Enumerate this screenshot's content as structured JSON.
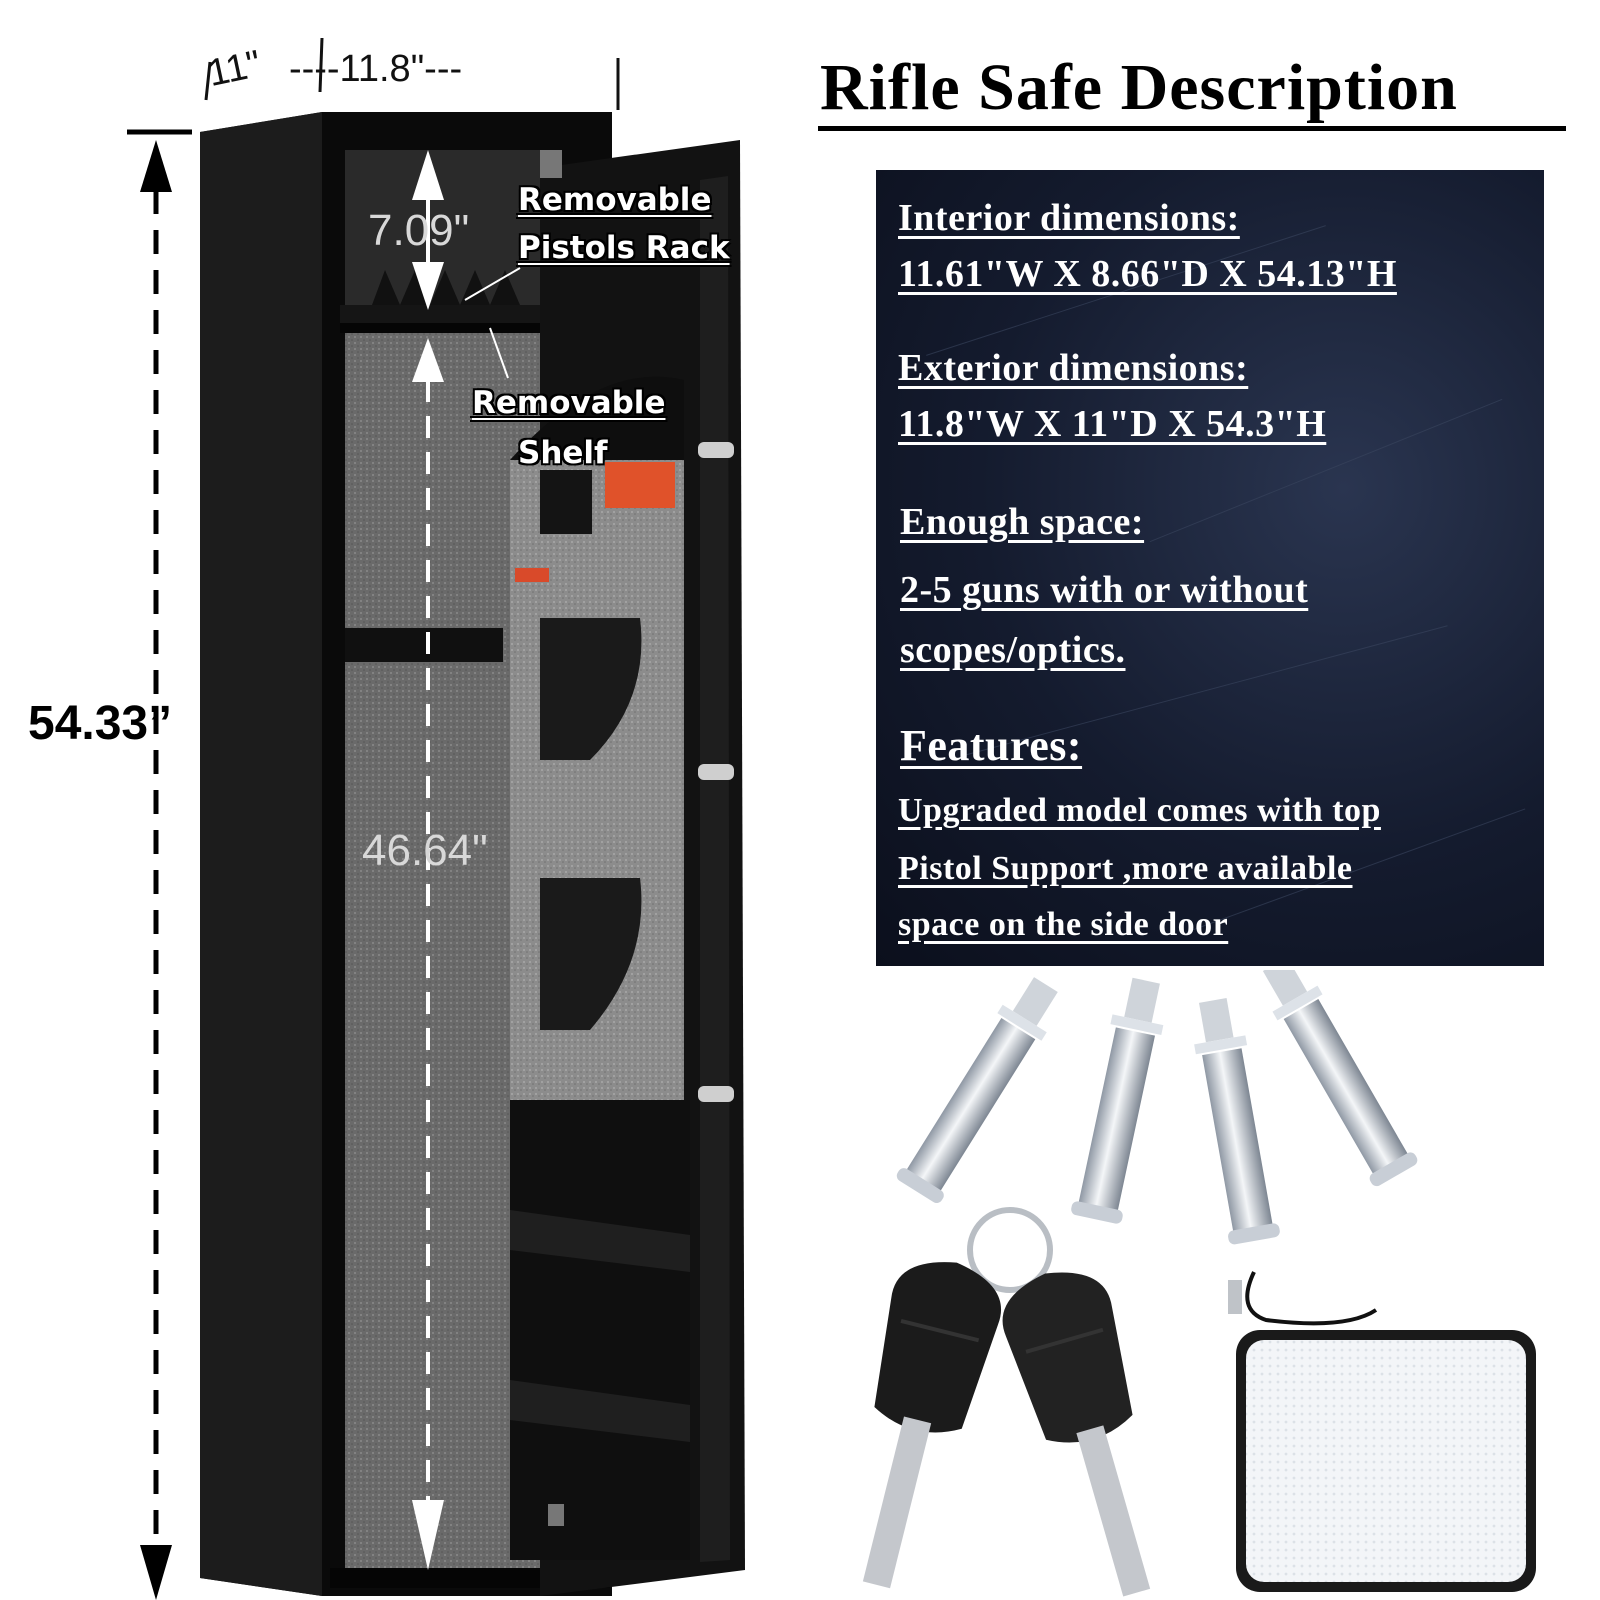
{
  "title": "Rifle Safe Description",
  "dimensions": {
    "top_depth": "11\"",
    "top_width": "----11.8\"---",
    "total_height": "54.33”",
    "shelf_gap": "7.09\"",
    "lower_height": "46.64\""
  },
  "callouts": {
    "pistol_rack_line1": "Removable",
    "pistol_rack_line2": "Pistols Rack",
    "shelf_line1": "Removable",
    "shelf_line2": "Shelf"
  },
  "description": {
    "interior_heading": "Interior dimensions:",
    "interior_value": "11.61\"W X 8.66\"D X 54.13\"H",
    "exterior_heading": "Exterior dimensions:",
    "exterior_value": "11.8\"W X 11\"D X 54.3\"H",
    "space_heading": "Enough space:",
    "space_line1": "2-5 guns with or without",
    "space_line2": "scopes/optics.",
    "features_heading": "Features:",
    "features_line1": "Upgraded model comes with top",
    "features_line2": "Pistol Support ,more available",
    "features_line3": "space on the side door"
  },
  "colors": {
    "panel_bg": "#141b2e",
    "safe_body": "#111111",
    "felt": "#6e6e6e",
    "text_light": "#ffffff"
  },
  "icons": [
    "safe-illustration",
    "expansion-bolt-icon",
    "key-icon",
    "led-light-pad-icon"
  ]
}
